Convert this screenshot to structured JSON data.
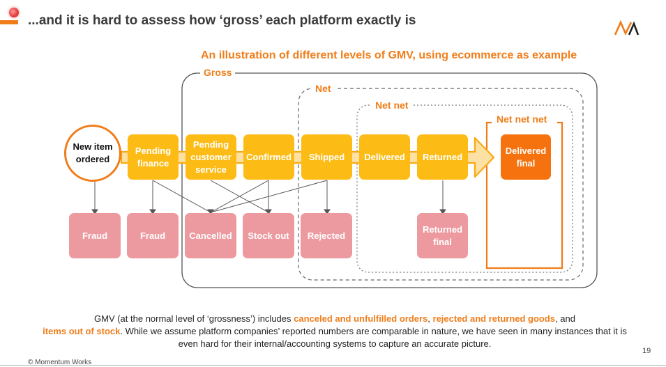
{
  "slide": {
    "title": "...and it is hard to assess how ‘gross’ each platform exactly is",
    "subtitle": "An illustration of different levels of GMV, using ecommerce as example",
    "page_number": "19",
    "copyright": "© Momentum Works",
    "accent_color": "#f07d1a"
  },
  "regions": {
    "gross": "Gross",
    "net": "Net",
    "net_net": "Net net",
    "net_net_net": "Net net net"
  },
  "flow": {
    "start": "New item ordered",
    "pending_finance": "Pending finance",
    "pending_customer_service": "Pending customer service",
    "confirmed": "Confirmed",
    "shipped": "Shipped",
    "delivered": "Delivered",
    "returned": "Returned",
    "delivered_final": "Delivered final"
  },
  "outcomes": {
    "fraud_1": "Fraud",
    "fraud_2": "Fraud",
    "cancelled": "Cancelled",
    "stock_out": "Stock out",
    "rejected": "Rejected",
    "returned_final": "Returned final"
  },
  "footnote": {
    "part1": "GMV (at the normal level of ‘grossness’) includes ",
    "hl1": "canceled and unfulfilled orders",
    "part2": ", ",
    "hl2": "rejected and returned goods",
    "part3": ", and ",
    "hl3": "items out of stock",
    "part4": ". While we assume platform companies’ reported numbers are comparable in nature, we have seen in many instances that it is even hard for their internal/accounting systems to capture an accurate picture."
  }
}
